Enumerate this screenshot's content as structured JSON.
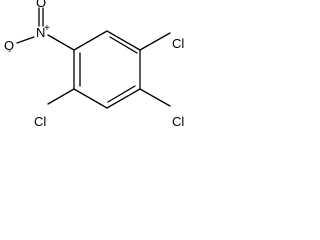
{
  "molecule": {
    "atoms": {
      "n": "N",
      "n_charge": "+",
      "o_top": "O",
      "o_left": "O",
      "o_charge": "-",
      "cl_top_right": "Cl",
      "cl_bottom_right": "Cl",
      "cl_bottom_left": "Cl"
    }
  }
}
